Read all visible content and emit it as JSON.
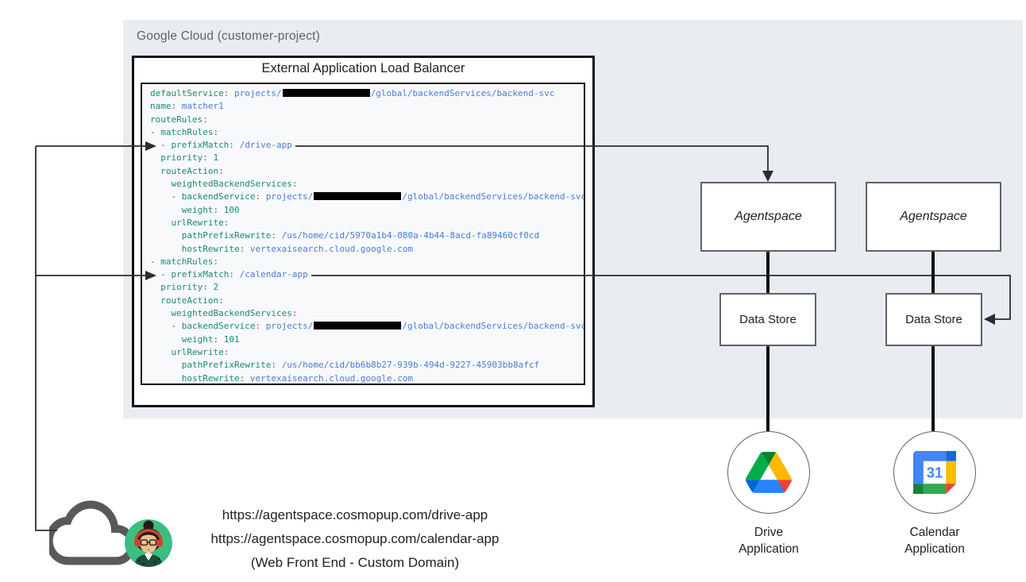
{
  "header": {
    "gcp_label": "Google Cloud (customer-project)",
    "alb_title": "External Application Load Balancer"
  },
  "code": {
    "lines": [
      [
        [
          "k",
          "defaultService"
        ],
        [
          "p",
          ": "
        ],
        [
          "v",
          "projects/"
        ],
        [
          "r",
          ""
        ],
        [
          "v",
          "/global/backendServices/backend-svc"
        ]
      ],
      [
        [
          "k",
          "name"
        ],
        [
          "p",
          ": "
        ],
        [
          "v",
          "matcher1"
        ]
      ],
      [
        [
          "k",
          "routeRules"
        ],
        [
          "p",
          ":"
        ]
      ],
      [
        [
          "p",
          "- "
        ],
        [
          "k",
          "matchRules"
        ],
        [
          "p",
          ":"
        ]
      ],
      [
        [
          "p",
          "  - "
        ],
        [
          "k",
          "prefixMatch"
        ],
        [
          "p",
          ": "
        ],
        [
          "v",
          "/drive-app"
        ]
      ],
      [
        [
          "p",
          "  "
        ],
        [
          "k",
          "priority"
        ],
        [
          "p",
          ": "
        ],
        [
          "n",
          "1"
        ]
      ],
      [
        [
          "p",
          "  "
        ],
        [
          "k",
          "routeAction"
        ],
        [
          "p",
          ":"
        ]
      ],
      [
        [
          "p",
          "    "
        ],
        [
          "k",
          "weightedBackendServices"
        ],
        [
          "p",
          ":"
        ]
      ],
      [
        [
          "p",
          "    - "
        ],
        [
          "k",
          "backendService"
        ],
        [
          "p",
          ": "
        ],
        [
          "v",
          "projects/"
        ],
        [
          "r",
          ""
        ],
        [
          "v",
          "/global/backendServices/backend-svc"
        ]
      ],
      [
        [
          "p",
          "      "
        ],
        [
          "k",
          "weight"
        ],
        [
          "p",
          ": "
        ],
        [
          "n",
          "100"
        ]
      ],
      [
        [
          "p",
          "    "
        ],
        [
          "k",
          "urlRewrite"
        ],
        [
          "p",
          ":"
        ]
      ],
      [
        [
          "p",
          "      "
        ],
        [
          "k",
          "pathPrefixRewrite"
        ],
        [
          "p",
          ": "
        ],
        [
          "v",
          "/us/home/cid/5970a1b4-080a-4b44-8acd-fa89460cf0cd"
        ]
      ],
      [
        [
          "p",
          "      "
        ],
        [
          "k",
          "hostRewrite"
        ],
        [
          "p",
          ": "
        ],
        [
          "v",
          "vertexaisearch.cloud.google.com"
        ]
      ],
      [
        [
          "p",
          "- "
        ],
        [
          "k",
          "matchRules"
        ],
        [
          "p",
          ":"
        ]
      ],
      [
        [
          "p",
          "  - "
        ],
        [
          "k",
          "prefixMatch"
        ],
        [
          "p",
          ": "
        ],
        [
          "v",
          "/calendar-app"
        ]
      ],
      [
        [
          "p",
          "  "
        ],
        [
          "k",
          "priority"
        ],
        [
          "p",
          ": "
        ],
        [
          "n",
          "2"
        ]
      ],
      [
        [
          "p",
          "  "
        ],
        [
          "k",
          "routeAction"
        ],
        [
          "p",
          ":"
        ]
      ],
      [
        [
          "p",
          "    "
        ],
        [
          "k",
          "weightedBackendServices"
        ],
        [
          "p",
          ":"
        ]
      ],
      [
        [
          "p",
          "    - "
        ],
        [
          "k",
          "backendService"
        ],
        [
          "p",
          ": "
        ],
        [
          "v",
          "projects/"
        ],
        [
          "r",
          ""
        ],
        [
          "v",
          "/global/backendServices/backend-svc"
        ]
      ],
      [
        [
          "p",
          "      "
        ],
        [
          "k",
          "weight"
        ],
        [
          "p",
          ": "
        ],
        [
          "n",
          "101"
        ]
      ],
      [
        [
          "p",
          "    "
        ],
        [
          "k",
          "urlRewrite"
        ],
        [
          "p",
          ":"
        ]
      ],
      [
        [
          "p",
          "      "
        ],
        [
          "k",
          "pathPrefixRewrite"
        ],
        [
          "p",
          ": "
        ],
        [
          "v",
          "/us/home/cid/bb6b8b27-939b-494d-9227-45903bb8afcf"
        ]
      ],
      [
        [
          "p",
          "      "
        ],
        [
          "k",
          "hostRewrite"
        ],
        [
          "p",
          ": "
        ],
        [
          "v",
          "vertexaisearch.cloud.google.com"
        ]
      ]
    ]
  },
  "diagram": {
    "agentspace1": "Agentspace",
    "agentspace2": "Agentspace",
    "datastore1": "Data Store",
    "datastore2": "Data Store",
    "drive_app_label": "Drive\nApplication",
    "calendar_app_label": "Calendar\nApplication",
    "calendar_day": "31"
  },
  "frontend": {
    "url_drive": "https://agentspace.cosmopup.com/drive-app",
    "url_calendar": "https://agentspace.cosmopup.com/calendar-app",
    "caption": "(Web Front End - Custom Domain)"
  },
  "icons": [
    "google-drive-icon",
    "google-calendar-icon",
    "cloud-icon",
    "user-avatar"
  ],
  "colors": {
    "container_bg": "#e9edf1",
    "code_bg": "#f8f9fa",
    "code_key": "#1b8a74",
    "code_value": "#4a7dd6",
    "code_punct": "#5f6368",
    "redaction": "#000000",
    "box_border": "#111111",
    "node_border": "#5f6368",
    "label_gray": "#5f6368",
    "drive_blue": "#2684fc",
    "drive_green": "#00ac47",
    "drive_dark_green": "#00832d",
    "drive_yellow": "#ffba00",
    "drive_red": "#ea4335",
    "calendar_blue": "#4285f4",
    "calendar_dark_blue": "#1967d2",
    "calendar_yellow": "#fbbc04",
    "calendar_green": "#34a853",
    "calendar_dark_green": "#188038",
    "calendar_red": "#ea4335",
    "avatar_bg": "#3ebd82",
    "headphones_red": "#d63f2e",
    "cloud_gray": "#58595b"
  }
}
